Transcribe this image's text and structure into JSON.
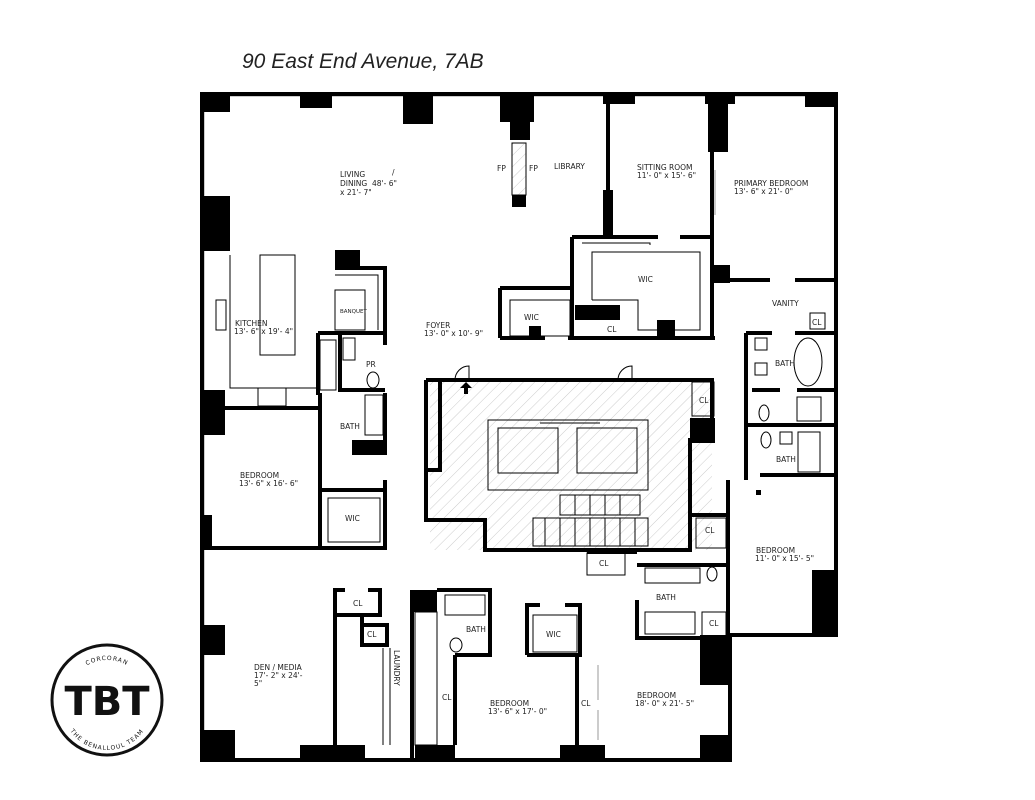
{
  "title": "90 East End Avenue, 7AB",
  "rooms": {
    "living": {
      "name1": "LIVING",
      "name2": "DINING",
      "dims": "48'- 6\"",
      "dims2": "x 21'- 7\"",
      "slash": "/"
    },
    "fp_left": "FP",
    "fp_right": "FP",
    "library": "LIBRARY",
    "sitting": {
      "name": "SITTING ROOM",
      "dims": "11'- 0\" x 15'- 6\""
    },
    "primary": {
      "name": "PRIMARY  BEDROOM",
      "dims": "13'- 6\" x 21'- 0\""
    },
    "kitchen": {
      "name": "KITCHEN",
      "dims": "13'- 6\" x 19'- 4\""
    },
    "banquet": "BANQUET",
    "foyer": {
      "name": "FOYER",
      "dims": "13'- 0\" x 10'- 9\""
    },
    "wic_small": "WIC",
    "wic_big": "WIC",
    "cl_foyer": "CL",
    "vanity": "VANITY",
    "cl_vanity": "CL",
    "pr": "PR",
    "bath_primary": "BATH",
    "bath_2": "BATH",
    "bath_kitchen": "BATH",
    "cl_core": "CL",
    "bedroom1": {
      "name": "BEDROOM",
      "dims": "13'- 6\" x 16'- 6\""
    },
    "wic_bed1": "WIC",
    "bedroom_e": {
      "name": "BEDROOM",
      "dims": "11'- 0\" x 15'- 5\""
    },
    "cl_e": "CL",
    "cl_mid": "CL",
    "bath_3": "BATH",
    "cl_bath3": "CL",
    "den": {
      "name": "DEN  /  MEDIA",
      "dims": "17'- 2\" x 24'-",
      "dims2": "5\""
    },
    "cl_den1": "CL",
    "cl_den2": "CL",
    "laundry": "LAUNDRY",
    "bath_4": "BATH",
    "wic_s": "WIC",
    "cl_bed3": "CL",
    "bedroom3": {
      "name": "BEDROOM",
      "dims": "13'- 6\" x 17'- 0\""
    },
    "cl_bed4": "CL",
    "bedroom4": {
      "name": "BEDROOM",
      "dims": "18'- 0\" x 21'- 5\""
    }
  },
  "logo": {
    "text": "TBT",
    "top": "CORCORAN",
    "bottom": "THE BENALLOUL TEAM"
  }
}
